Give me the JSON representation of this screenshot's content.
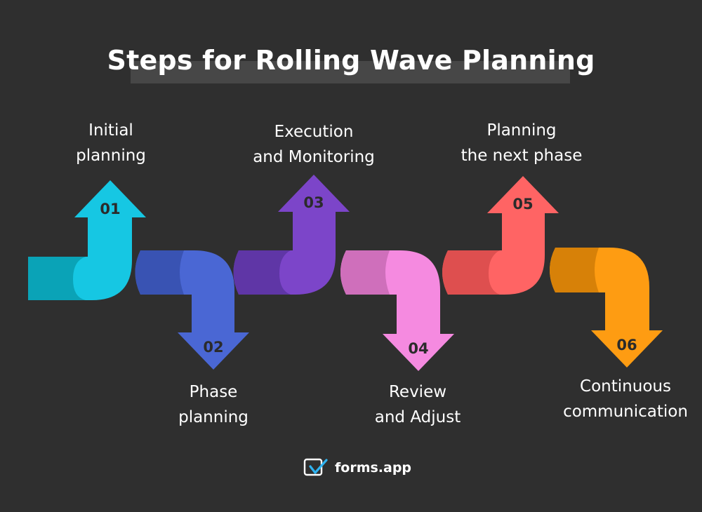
{
  "title": "Steps for Rolling Wave Planning",
  "steps": [
    {
      "number": "01",
      "lines": [
        "Initial",
        "planning"
      ],
      "color": "#16c7e3"
    },
    {
      "number": "02",
      "lines": [
        "Phase",
        "planning"
      ],
      "color": "#4a67d4"
    },
    {
      "number": "03",
      "lines": [
        "Execution",
        "and Monitoring"
      ],
      "color": "#7c45c9"
    },
    {
      "number": "04",
      "lines": [
        "Review",
        "and Adjust"
      ],
      "color": "#f58ae0"
    },
    {
      "number": "05",
      "lines": [
        "Planning",
        "the next phase"
      ],
      "color": "#ff6464"
    },
    {
      "number": "06",
      "lines": [
        "Continuous",
        "communication"
      ],
      "color": "#fe9c12"
    }
  ],
  "brand": {
    "name": "forms.app",
    "icon": "forms-app-logo-icon"
  }
}
